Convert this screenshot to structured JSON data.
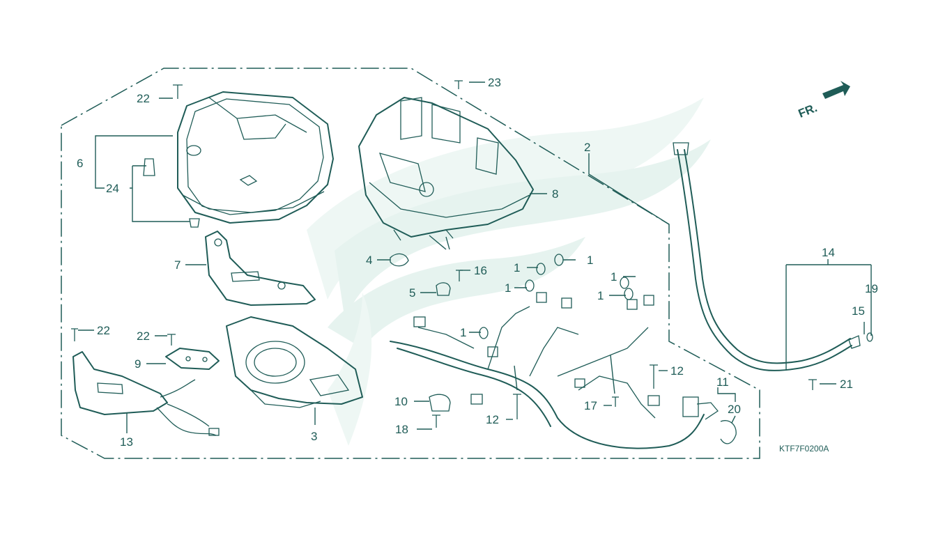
{
  "diagram": {
    "code": "KTF7F0200A",
    "front_mark": "FR.",
    "callouts": [
      {
        "id": "c22a",
        "text": "22"
      },
      {
        "id": "c23",
        "text": "23"
      },
      {
        "id": "c2",
        "text": "2"
      },
      {
        "id": "c6",
        "text": "6"
      },
      {
        "id": "c24",
        "text": "24"
      },
      {
        "id": "c8",
        "text": "8"
      },
      {
        "id": "c7",
        "text": "7"
      },
      {
        "id": "c4",
        "text": "4"
      },
      {
        "id": "c16",
        "text": "16"
      },
      {
        "id": "c5",
        "text": "5"
      },
      {
        "id": "c1a",
        "text": "1"
      },
      {
        "id": "c1b",
        "text": "1"
      },
      {
        "id": "c1c",
        "text": "1"
      },
      {
        "id": "c1d",
        "text": "1"
      },
      {
        "id": "c1e",
        "text": "1"
      },
      {
        "id": "c1f",
        "text": "1"
      },
      {
        "id": "c14",
        "text": "14"
      },
      {
        "id": "c19",
        "text": "19"
      },
      {
        "id": "c15",
        "text": "15"
      },
      {
        "id": "c22b",
        "text": "22"
      },
      {
        "id": "c22c",
        "text": "22"
      },
      {
        "id": "c9",
        "text": "9"
      },
      {
        "id": "c12a",
        "text": "12"
      },
      {
        "id": "c11",
        "text": "11"
      },
      {
        "id": "c21",
        "text": "21"
      },
      {
        "id": "c20",
        "text": "20"
      },
      {
        "id": "c10",
        "text": "10"
      },
      {
        "id": "c17",
        "text": "17"
      },
      {
        "id": "c12b",
        "text": "12"
      },
      {
        "id": "c18",
        "text": "18"
      },
      {
        "id": "c3",
        "text": "3"
      },
      {
        "id": "c13",
        "text": "13"
      }
    ]
  }
}
